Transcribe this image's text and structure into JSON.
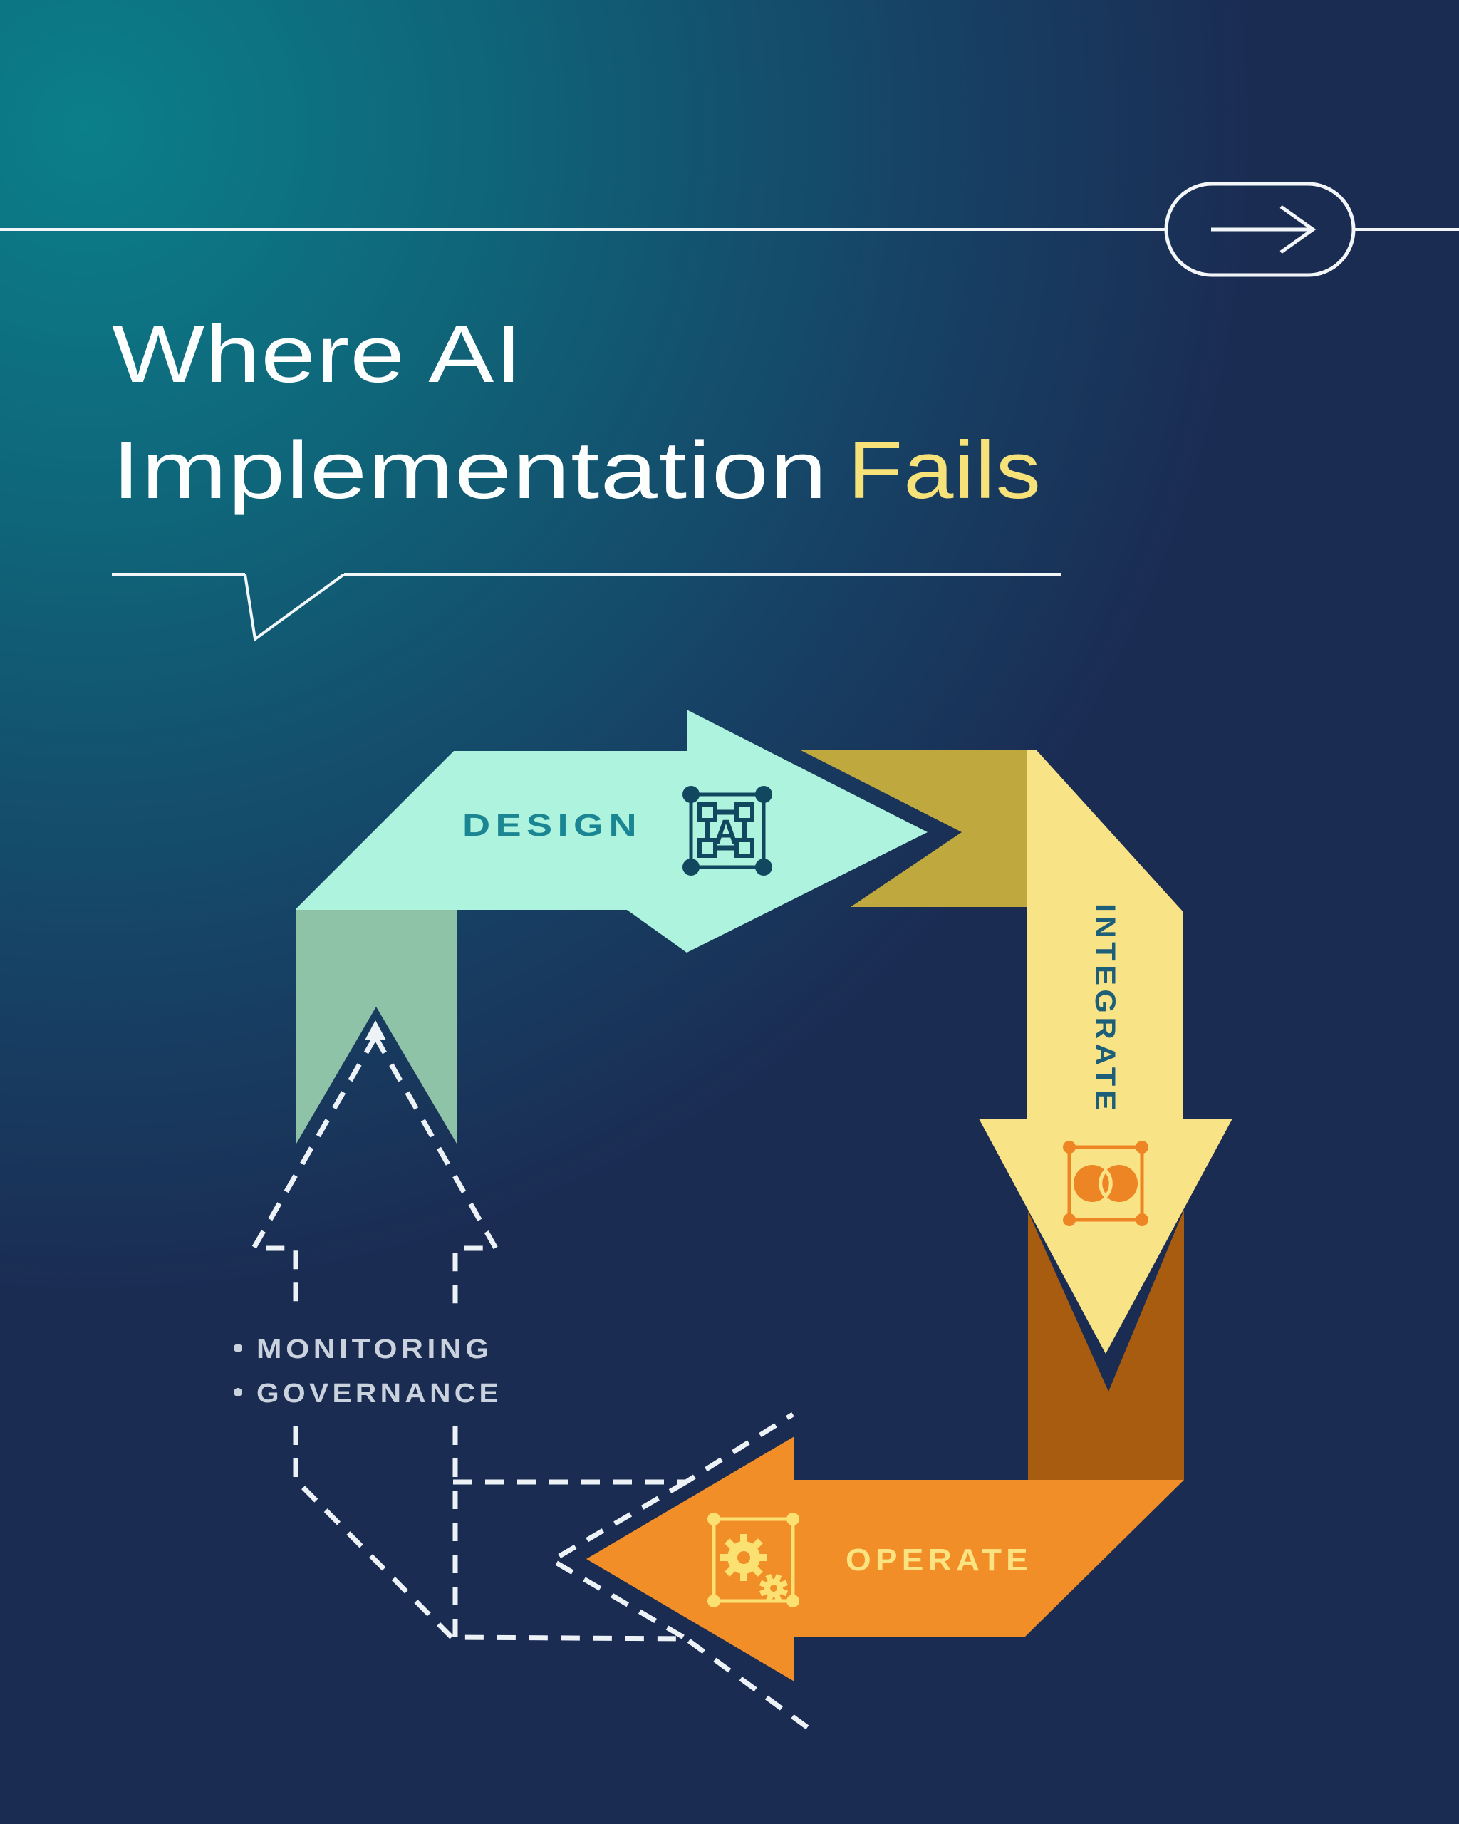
{
  "title": {
    "line1": "Where AI",
    "line2_white": "Implementation",
    "line2_accent": "Fails"
  },
  "header": {
    "flow_icon": "arrow-right-icon"
  },
  "cycle": {
    "stages": [
      {
        "id": "design",
        "label": "DESIGN",
        "icon": "text-selection-frame-icon",
        "arrow_color": "#aef3dd",
        "tail_color": "#8fc3a8",
        "label_color": "#1a8693",
        "icon_color": "#11475f",
        "direction": "right"
      },
      {
        "id": "integrate",
        "label": "INTEGRATE",
        "icon": "venn-overlap-icon",
        "arrow_color": "#f9e387",
        "shadow_color": "#bfa83e",
        "label_color": "#1d5f78",
        "icon_color": "#ee8524",
        "direction": "down"
      },
      {
        "id": "operate",
        "label": "OPERATE",
        "icon": "gears-icon",
        "arrow_color": "#f28e27",
        "shadow_color": "#a85c10",
        "label_color": "#fbe382",
        "icon_color": "#fae171",
        "direction": "left"
      },
      {
        "id": "missing-feedback",
        "style": "dashed-outline",
        "outline_color": "#edf2f7",
        "items": [
          "MONITORING",
          "GOVERNANCE"
        ],
        "direction": "up"
      }
    ]
  },
  "colors": {
    "background_teal": "#0b7f8a",
    "background_navy": "#1b2c53",
    "accent_yellow": "#f7e27a",
    "rule_white": "#f2f6f8"
  }
}
